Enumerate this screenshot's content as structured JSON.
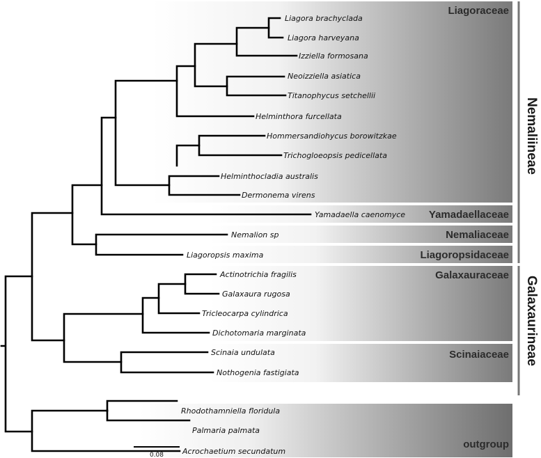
{
  "families": [
    {
      "name": "Liagoraceae",
      "key": "liagoraceae"
    },
    {
      "name": "Yamadaellaceae",
      "key": "yamadaellaceae"
    },
    {
      "name": "Nemaliaceae",
      "key": "nemaliaceae"
    },
    {
      "name": "Liagoropsidaceae",
      "key": "liagoropsidaceae"
    },
    {
      "name": "Galaxauraceae",
      "key": "galaxauraceae"
    },
    {
      "name": "Scinaiaceae",
      "key": "scinaiaceae"
    },
    {
      "name": "outgroup",
      "key": "outgroup"
    }
  ],
  "suborders": [
    {
      "name": "Nemaliineae",
      "key": "nemaliineae"
    },
    {
      "name": "Galaxaurineae",
      "key": "galaxaurineae"
    }
  ],
  "taxa": [
    {
      "name": "Liagora brachyclada"
    },
    {
      "name": "Liagora harveyana"
    },
    {
      "name": "Izziella formosana"
    },
    {
      "name": "Neoizziella asiatica"
    },
    {
      "name": "Titanophycus setchellii"
    },
    {
      "name": "Helminthora furcellata"
    },
    {
      "name": "Hommersandiohycus borowitzkae"
    },
    {
      "name": "Trichogloeopsis pedicellata"
    },
    {
      "name": "Helminthocladia australis"
    },
    {
      "name": "Dermonema virens"
    },
    {
      "name": "Yamadaella caenomyce"
    },
    {
      "name": "Nemalion sp"
    },
    {
      "name": "Liagoropsis maxima"
    },
    {
      "name": "Actinotrichia fragilis"
    },
    {
      "name": "Galaxaura rugosa"
    },
    {
      "name": "Tricleocarpa cylindrica"
    },
    {
      "name": "Dichotomaria marginata"
    },
    {
      "name": "Scinaia undulata"
    },
    {
      "name": "Nothogenia fastigiata"
    },
    {
      "name": "Rhodothamniella floridula"
    },
    {
      "name": "Palmaria palmata"
    },
    {
      "name": "Acrochaetium secundatum"
    }
  ],
  "scale_bar": {
    "label": "0.08"
  }
}
